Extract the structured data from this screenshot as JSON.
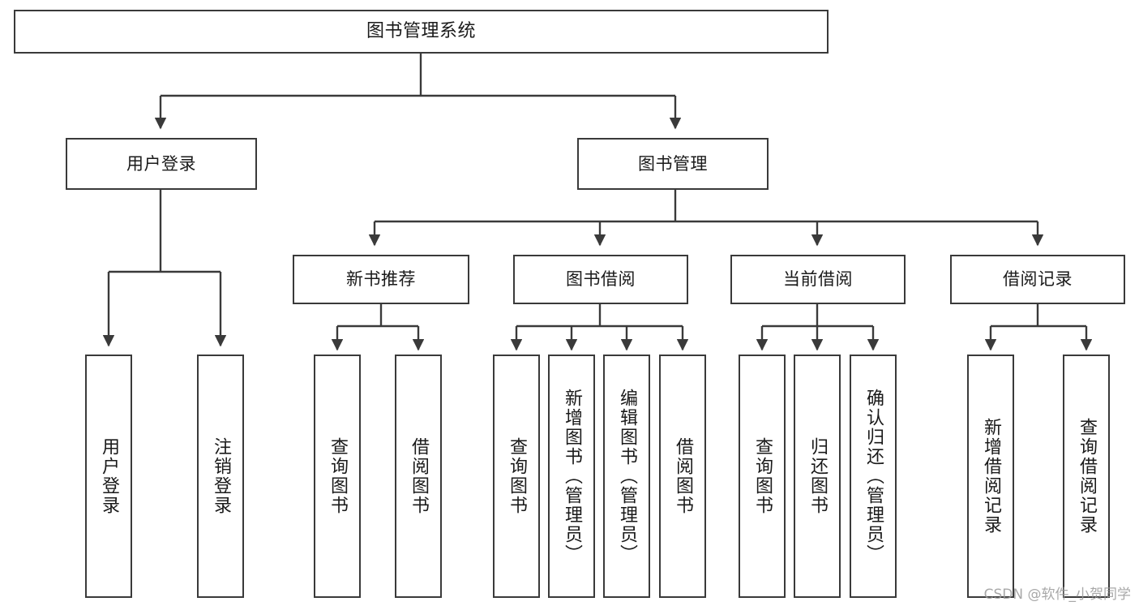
{
  "diagram": {
    "title": "图书管理系统",
    "type": "tree",
    "stroke_color": "#3a3a3a",
    "fill_color": "#ffffff",
    "text_color": "#1a1a1a",
    "levels": {
      "root": {
        "label": "图书管理系统"
      },
      "level2": [
        {
          "id": "user-login",
          "label": "用户登录"
        },
        {
          "id": "book-management",
          "label": "图书管理"
        }
      ],
      "level3": [
        {
          "id": "new-book-recommend",
          "label": "新书推荐"
        },
        {
          "id": "book-borrow",
          "label": "图书借阅"
        },
        {
          "id": "current-borrow",
          "label": "当前借阅"
        },
        {
          "id": "borrow-record",
          "label": "借阅记录"
        }
      ],
      "leaves": {
        "user_login": [
          {
            "id": "leaf-user-login",
            "label": "用户登录"
          },
          {
            "id": "leaf-logout-login",
            "label": "注销登录"
          }
        ],
        "new_book_recommend": [
          {
            "id": "leaf-query-book-1",
            "label": "查询图书"
          },
          {
            "id": "leaf-borrow-book-1",
            "label": "借阅图书"
          }
        ],
        "book_borrow": [
          {
            "id": "leaf-query-book-2",
            "label": "查询图书"
          },
          {
            "id": "leaf-add-book",
            "label": "新增图书（管理员）"
          },
          {
            "id": "leaf-edit-book",
            "label": "编辑图书（管理员）"
          },
          {
            "id": "leaf-borrow-book-2",
            "label": "借阅图书"
          }
        ],
        "current_borrow": [
          {
            "id": "leaf-query-book-3",
            "label": "查询图书"
          },
          {
            "id": "leaf-return-book",
            "label": "归还图书"
          },
          {
            "id": "leaf-confirm-return",
            "label": "确认归还（管理员）"
          }
        ],
        "borrow_record": [
          {
            "id": "leaf-add-borrow-record",
            "label": "新增借阅记录"
          },
          {
            "id": "leaf-query-borrow-record",
            "label": "查询借阅记录"
          }
        ]
      }
    }
  },
  "watermark": {
    "text": "CSDN @软件_小贺同学"
  }
}
